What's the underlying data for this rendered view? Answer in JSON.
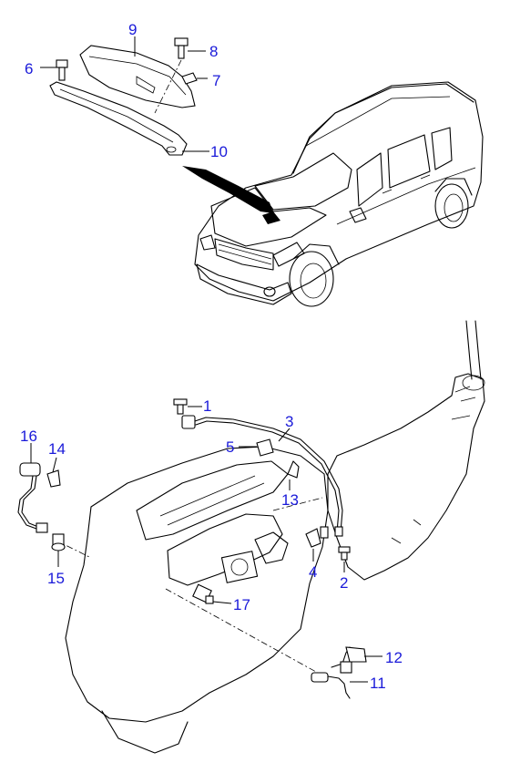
{
  "colors": {
    "callout": "#1a1ad9",
    "line": "#000000",
    "background": "#ffffff"
  },
  "callouts": {
    "c1": "1",
    "c2": "2",
    "c3": "3",
    "c4": "4",
    "c5": "5",
    "c6": "6",
    "c7": "7",
    "c8": "8",
    "c9": "9",
    "c10": "10",
    "c11": "11",
    "c12": "12",
    "c13": "13",
    "c14": "14",
    "c15": "15",
    "c16": "16",
    "c17": "17"
  }
}
